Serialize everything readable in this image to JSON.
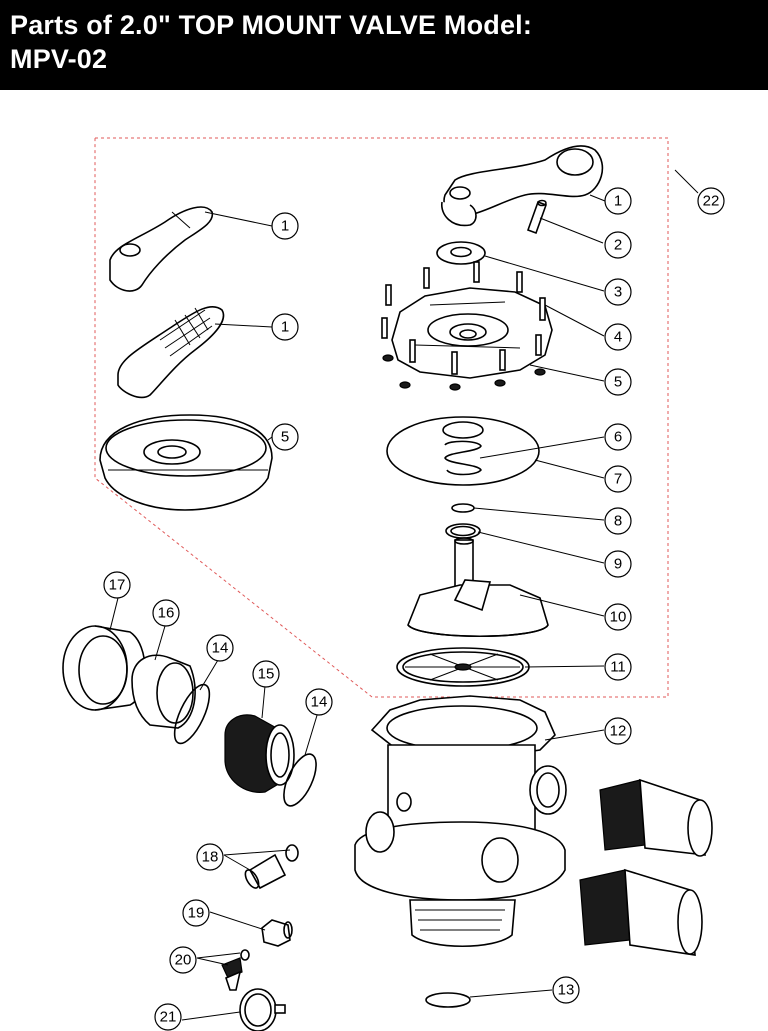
{
  "header": {
    "title_line1": "Parts of 2.0\" TOP MOUNT VALVE Model:",
    "title_line2": "MPV-02",
    "background": "#000000",
    "text_color": "#ffffff"
  },
  "diagram": {
    "boundary_color": "#e05a5a",
    "callouts": [
      {
        "id": "c22",
        "label": "22"
      },
      {
        "id": "c1a",
        "label": "1"
      },
      {
        "id": "c1b",
        "label": "1"
      },
      {
        "id": "c1c",
        "label": "1"
      },
      {
        "id": "c2",
        "label": "2"
      },
      {
        "id": "c3",
        "label": "3"
      },
      {
        "id": "c4",
        "label": "4"
      },
      {
        "id": "c5a",
        "label": "5"
      },
      {
        "id": "c5b",
        "label": "5"
      },
      {
        "id": "c6",
        "label": "6"
      },
      {
        "id": "c7",
        "label": "7"
      },
      {
        "id": "c8",
        "label": "8"
      },
      {
        "id": "c9",
        "label": "9"
      },
      {
        "id": "c10",
        "label": "10"
      },
      {
        "id": "c11",
        "label": "11"
      },
      {
        "id": "c12",
        "label": "12"
      },
      {
        "id": "c13",
        "label": "13"
      },
      {
        "id": "c14a",
        "label": "14"
      },
      {
        "id": "c14b",
        "label": "14"
      },
      {
        "id": "c15",
        "label": "15"
      },
      {
        "id": "c16",
        "label": "16"
      },
      {
        "id": "c17",
        "label": "17"
      },
      {
        "id": "c18",
        "label": "18"
      },
      {
        "id": "c19",
        "label": "19"
      },
      {
        "id": "c20",
        "label": "20"
      },
      {
        "id": "c21",
        "label": "21"
      }
    ]
  }
}
